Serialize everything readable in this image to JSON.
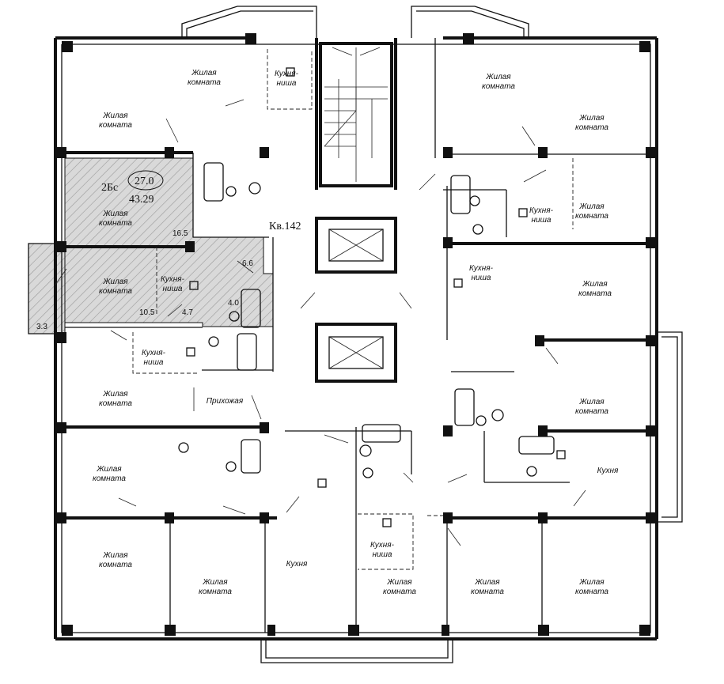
{
  "colors": {
    "highlight_hatch": "#9a9a9a",
    "highlight_fill": "#d9d9d9",
    "wall": "#111111"
  },
  "apartment": {
    "type": "2Бс",
    "living_area": "27.0",
    "total_area": "43.29",
    "number_label": "Кв.142"
  },
  "room_areas": {
    "room1": "16.5",
    "room2": "10.5",
    "kitchen": "4.7",
    "hall": "6.6",
    "bath": "4.0",
    "balcony": "3.3"
  },
  "labels": {
    "living_room": [
      "Жилая",
      "комната"
    ],
    "kitchen_niche": [
      "Кухня-",
      "ниша"
    ],
    "kitchen": "Кухня",
    "hallway": "Прихожая"
  }
}
